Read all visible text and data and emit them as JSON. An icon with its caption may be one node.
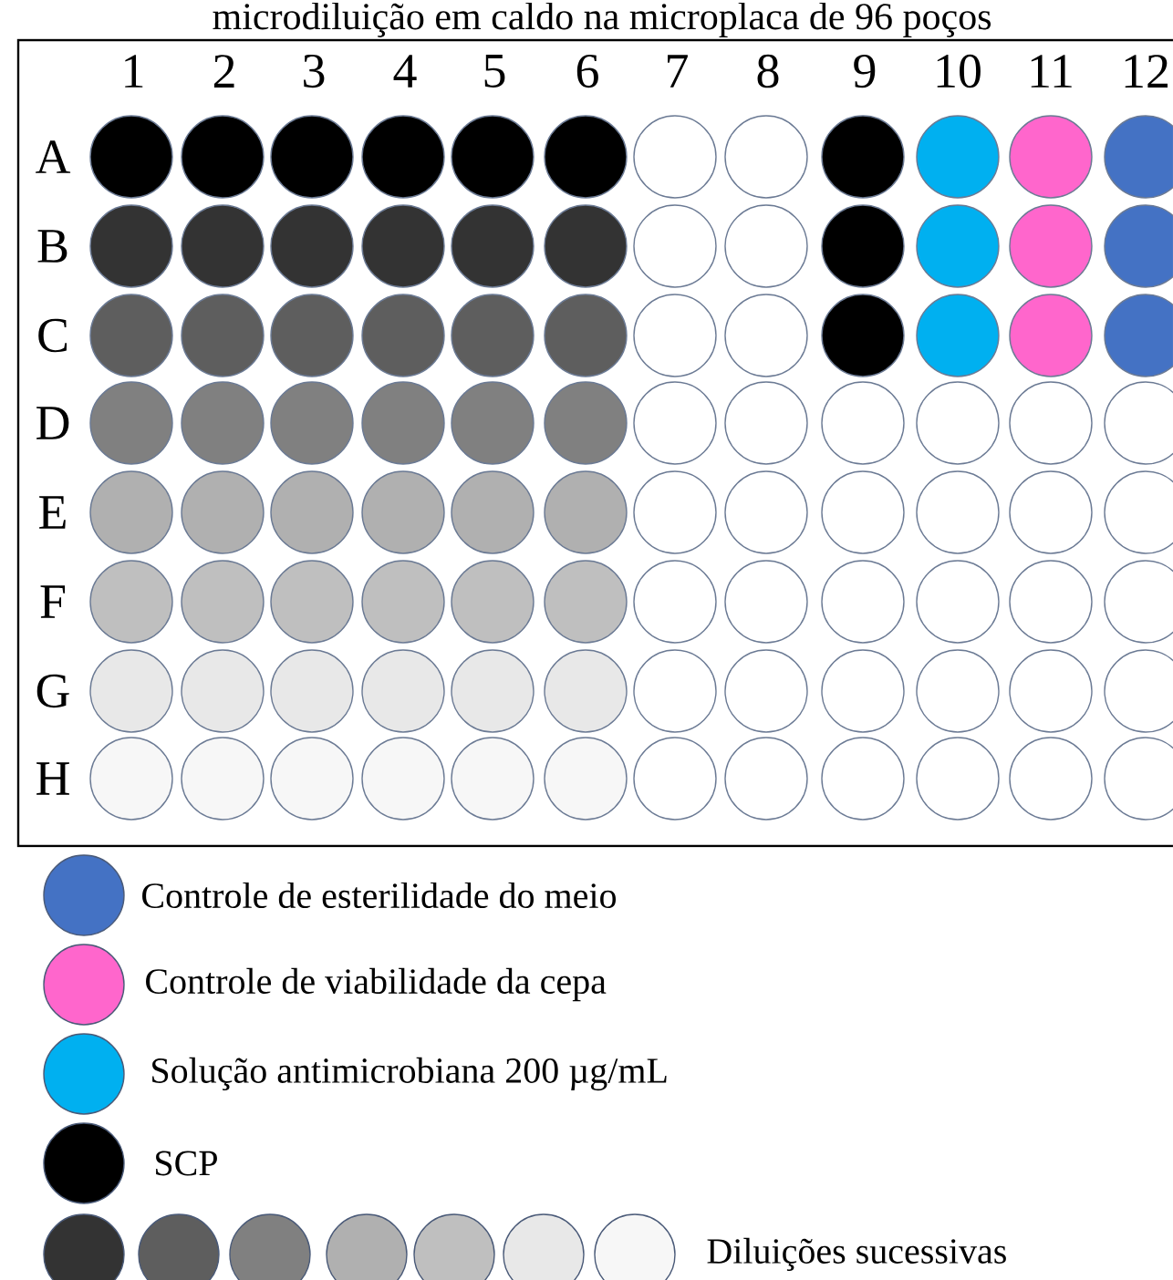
{
  "diagram": {
    "title": "microdiluição em caldo na microplaca de 96 poços",
    "labels": [
      "1",
      "2",
      "3",
      "4",
      "5",
      "6",
      "7",
      "8",
      "9",
      "10",
      "11",
      "12",
      "A",
      "B",
      "C",
      "D",
      "E",
      "F",
      "G",
      "H"
    ],
    "legend": [
      {
        "text": "Controle de esterilidade do meio",
        "color": "#4472c4"
      },
      {
        "text": "Controle de viabilidade da cepa",
        "color": "#ff66cc"
      },
      {
        "text": "Solução antimicrobiana 200 µg/mL",
        "color": "#00b0f0"
      },
      {
        "text": "SCP",
        "color": "#000000"
      },
      {
        "text": "Diluições sucessivas"
      }
    ]
  }
}
